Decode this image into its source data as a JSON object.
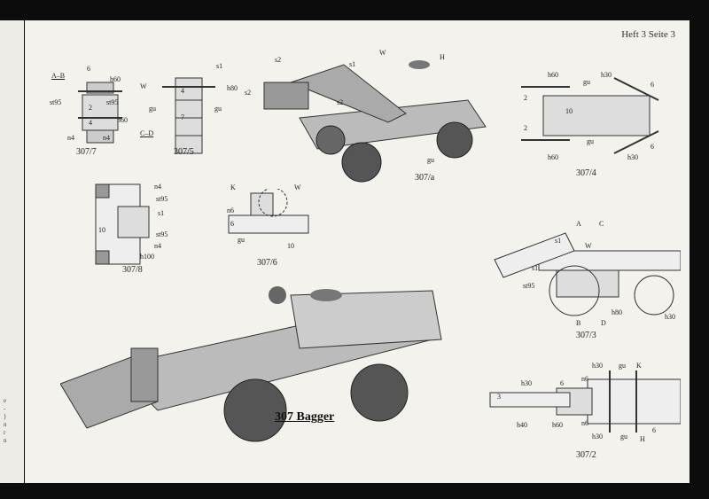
{
  "header": {
    "text": "Heft 3  Seite 3"
  },
  "left_page_edge": [
    "e",
    "-",
    "}",
    "n",
    "r",
    "n"
  ],
  "figures": {
    "f307_7": {
      "caption": "307/7",
      "labels": [
        "A–B",
        "6",
        "h60",
        "st95",
        "st95",
        "2",
        "4",
        "h60",
        "n4",
        "n4"
      ]
    },
    "f307_5": {
      "caption": "307/5",
      "labels": [
        "s1",
        "h80",
        "W",
        "gu",
        "gu",
        "4",
        "7",
        "C–D"
      ]
    },
    "f307_a": {
      "caption": "307/a",
      "labels": [
        "s2",
        "s1",
        "W",
        "H",
        "s2",
        "s2",
        "gu"
      ]
    },
    "f307_4": {
      "caption": "307/4",
      "labels": [
        "h60",
        "gu",
        "h30",
        "6",
        "2",
        "10",
        "2",
        "gu",
        "h60",
        "h30",
        "6"
      ]
    },
    "f307_8": {
      "caption": "307/8",
      "labels": [
        "n4",
        "st95",
        "s1",
        "st95",
        "n4",
        "h100",
        "10"
      ]
    },
    "f307_6": {
      "caption": "307/6",
      "labels": [
        "K",
        "W",
        "n6",
        "6",
        "gu",
        "10"
      ]
    },
    "f307_3": {
      "caption": "307/3",
      "labels": [
        "A",
        "C",
        "s1",
        "W",
        "st95",
        "s1",
        "h80",
        "B",
        "D",
        "h30"
      ]
    },
    "f307_2": {
      "caption": "307/2",
      "labels": [
        "h30",
        "gu",
        "K",
        "n6",
        "h30",
        "6",
        "3",
        "h40",
        "h60",
        "n6",
        "h30",
        "gu",
        "H",
        "6"
      ]
    },
    "main": {
      "title": "307 Bagger"
    }
  }
}
